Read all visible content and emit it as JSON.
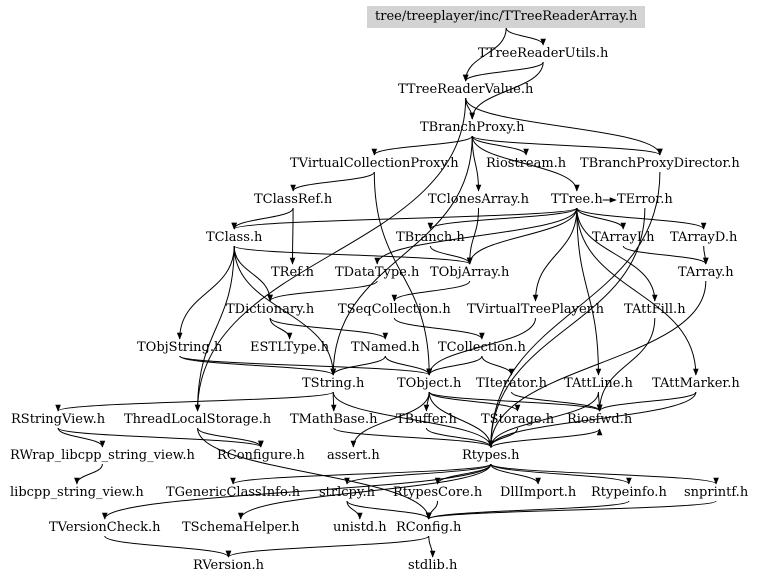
{
  "diagram": {
    "root": "tree/treeplayer/inc/TTreeReaderArray.h",
    "nodes": {
      "root": "tree/treeplayer/inc/TTreeReaderArray.h",
      "treeReaderUtils": "TTreeReaderUtils.h",
      "treeReaderValue": "TTreeReaderValue.h",
      "branchProxy": "TBranchProxy.h",
      "virtualCollectionProxy": "TVirtualCollectionProxy.h",
      "riostream": "Riostream.h",
      "branchProxyDirector": "TBranchProxyDirector.h",
      "classRef": "TClassRef.h",
      "clonesArray": "TClonesArray.h",
      "tree": "TTree.h",
      "error": "TError.h",
      "class": "TClass.h",
      "branch": "TBranch.h",
      "arrayI": "TArrayI.h",
      "arrayD": "TArrayD.h",
      "ref": "TRef.h",
      "dataType": "TDataType.h",
      "objArray": "TObjArray.h",
      "array": "TArray.h",
      "dictionary": "TDictionary.h",
      "seqCollection": "TSeqCollection.h",
      "virtualTreePlayer": "TVirtualTreePlayer.h",
      "attFill": "TAttFill.h",
      "objString": "TObjString.h",
      "estlType": "ESTLType.h",
      "named": "TNamed.h",
      "collection": "TCollection.h",
      "string": "TString.h",
      "object": "TObject.h",
      "iterator": "TIterator.h",
      "attLine": "TAttLine.h",
      "attMarker": "TAttMarker.h",
      "rStringView": "RStringView.h",
      "threadLocalStorage": "ThreadLocalStorage.h",
      "mathBase": "TMathBase.h",
      "buffer": "TBuffer.h",
      "storage": "TStorage.h",
      "riosfwd": "Riosfwd.h",
      "rwrap": "RWrap_libcpp_string_view.h",
      "rConfigure": "RConfigure.h",
      "assert": "assert.h",
      "rtypes": "Rtypes.h",
      "libcppStringView": "libcpp_string_view.h",
      "genericClassInfo": "TGenericClassInfo.h",
      "strlcpy": "strlcpy.h",
      "rtypesCore": "RtypesCore.h",
      "dllImport": "DllImport.h",
      "rtypeinfo": "Rtypeinfo.h",
      "snprintf": "snprintf.h",
      "versionCheck": "TVersionCheck.h",
      "schemaHelper": "TSchemaHelper.h",
      "unistd": "unistd.h",
      "rConfig": "RConfig.h",
      "rVersion": "RVersion.h",
      "stdlib": "stdlib.h"
    },
    "edges": [
      [
        "root",
        "treeReaderUtils"
      ],
      [
        "root",
        "treeReaderValue"
      ],
      [
        "treeReaderUtils",
        "treeReaderValue"
      ],
      [
        "treeReaderUtils",
        "branchProxy"
      ],
      [
        "treeReaderValue",
        "branchProxy"
      ],
      [
        "treeReaderValue",
        "branchProxyDirector"
      ],
      [
        "treeReaderValue",
        "threadLocalStorage"
      ],
      [
        "branchProxy",
        "virtualCollectionProxy"
      ],
      [
        "branchProxy",
        "riostream"
      ],
      [
        "branchProxy",
        "branchProxyDirector"
      ],
      [
        "branchProxy",
        "clonesArray"
      ],
      [
        "branchProxy",
        "tree"
      ],
      [
        "branchProxy",
        "string"
      ],
      [
        "virtualCollectionProxy",
        "classRef"
      ],
      [
        "virtualCollectionProxy",
        "object"
      ],
      [
        "branchProxyDirector",
        "rtypes"
      ],
      [
        "classRef",
        "class"
      ],
      [
        "classRef",
        "ref"
      ],
      [
        "clonesArray",
        "objArray"
      ],
      [
        "tree",
        "class"
      ],
      [
        "tree",
        "branch"
      ],
      [
        "tree",
        "dataType"
      ],
      [
        "tree",
        "objArray"
      ],
      [
        "tree",
        "arrayI"
      ],
      [
        "tree",
        "arrayD"
      ],
      [
        "tree",
        "error"
      ],
      [
        "tree",
        "virtualTreePlayer"
      ],
      [
        "tree",
        "attFill"
      ],
      [
        "tree",
        "attLine"
      ],
      [
        "tree",
        "attMarker"
      ],
      [
        "error",
        "rtypes"
      ],
      [
        "class",
        "objArray"
      ],
      [
        "class",
        "dictionary"
      ],
      [
        "class",
        "objString"
      ],
      [
        "class",
        "threadLocalStorage"
      ],
      [
        "class",
        "string"
      ],
      [
        "branch",
        "objArray"
      ],
      [
        "arrayI",
        "array"
      ],
      [
        "arrayD",
        "array"
      ],
      [
        "dataType",
        "dictionary"
      ],
      [
        "objArray",
        "seqCollection"
      ],
      [
        "array",
        "rtypes"
      ],
      [
        "dictionary",
        "named"
      ],
      [
        "dictionary",
        "estlType"
      ],
      [
        "seqCollection",
        "collection"
      ],
      [
        "virtualTreePlayer",
        "object"
      ],
      [
        "attFill",
        "riosfwd"
      ],
      [
        "objString",
        "string"
      ],
      [
        "objString",
        "object"
      ],
      [
        "named",
        "string"
      ],
      [
        "named",
        "object"
      ],
      [
        "collection",
        "object"
      ],
      [
        "collection",
        "iterator"
      ],
      [
        "string",
        "rStringView"
      ],
      [
        "string",
        "mathBase"
      ],
      [
        "string",
        "rtypes"
      ],
      [
        "object",
        "riosfwd"
      ],
      [
        "object",
        "buffer"
      ],
      [
        "object",
        "storage"
      ],
      [
        "object",
        "rtypes"
      ],
      [
        "object",
        "assert"
      ],
      [
        "iterator",
        "riosfwd"
      ],
      [
        "attLine",
        "riosfwd"
      ],
      [
        "attLine",
        "rtypes"
      ],
      [
        "attMarker",
        "riosfwd"
      ],
      [
        "attMarker",
        "rtypes"
      ],
      [
        "rStringView",
        "rwrap"
      ],
      [
        "rStringView",
        "rConfigure"
      ],
      [
        "threadLocalStorage",
        "rConfigure"
      ],
      [
        "threadLocalStorage",
        "rConfig"
      ],
      [
        "mathBase",
        "rtypes"
      ],
      [
        "buffer",
        "rtypes"
      ],
      [
        "storage",
        "rtypes"
      ],
      [
        "rwrap",
        "libcppStringView"
      ],
      [
        "rtypes",
        "rtypesCore"
      ],
      [
        "rtypes",
        "dllImport"
      ],
      [
        "rtypes",
        "rtypeinfo"
      ],
      [
        "rtypes",
        "snprintf"
      ],
      [
        "rtypes",
        "strlcpy"
      ],
      [
        "rtypes",
        "genericClassInfo"
      ],
      [
        "rtypes",
        "schemaHelper"
      ],
      [
        "rtypes",
        "versionCheck"
      ],
      [
        "rtypes",
        "riosfwd"
      ],
      [
        "strlcpy",
        "unistd"
      ],
      [
        "strlcpy",
        "rConfig"
      ],
      [
        "rtypesCore",
        "rConfig"
      ],
      [
        "rtypeinfo",
        "rConfig"
      ],
      [
        "snprintf",
        "rConfig"
      ],
      [
        "versionCheck",
        "rVersion"
      ],
      [
        "rConfig",
        "rVersion"
      ],
      [
        "rConfig",
        "stdlib"
      ]
    ]
  }
}
